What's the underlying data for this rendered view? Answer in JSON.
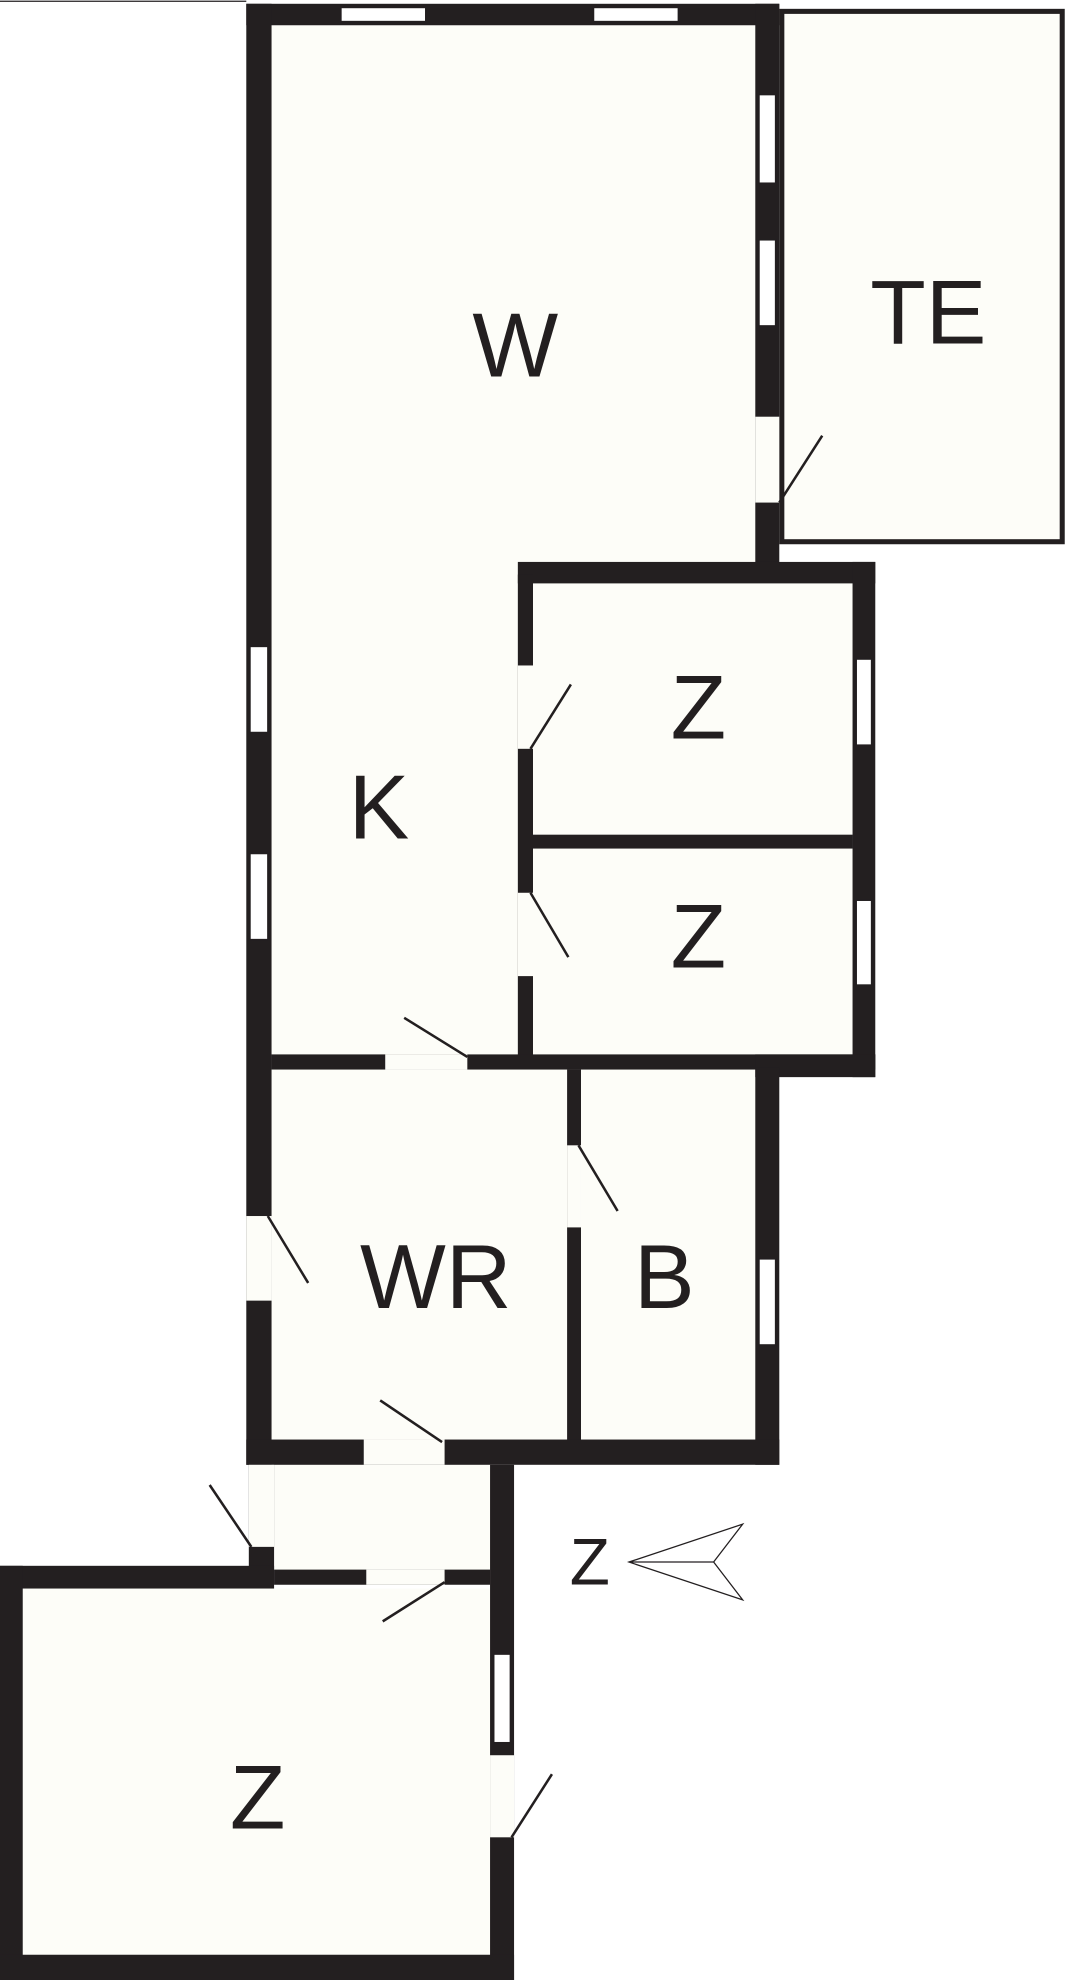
{
  "floorplan": {
    "rooms": {
      "living": "W",
      "terrace": "TE",
      "bedroom_1": "Z",
      "kitchen": "K",
      "bedroom_2": "Z",
      "hall": "WR",
      "bathroom": "B",
      "bedroom_3": "Z"
    },
    "compass_label": "Z",
    "colors": {
      "wall": "#231f20",
      "floor": "#fdfdf8"
    }
  }
}
